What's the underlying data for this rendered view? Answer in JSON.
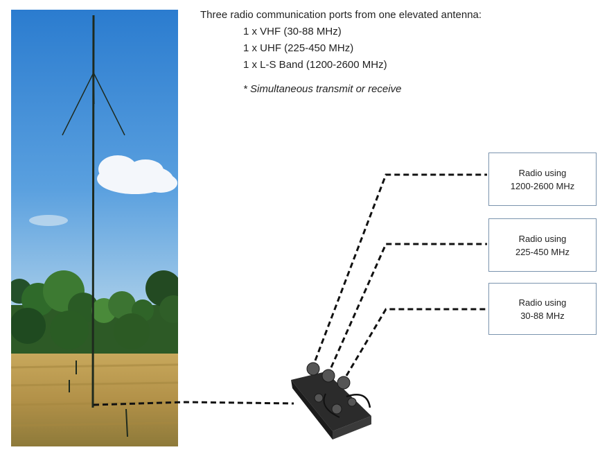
{
  "description": {
    "title": "Three radio communication ports from one elevated antenna:",
    "lines": [
      "1 x VHF (30-88 MHz)",
      "1 x UHF (225-450 MHz)",
      "1 x L-S Band (1200-2600 MHz)"
    ],
    "note": "* Simultaneous transmit or receive"
  },
  "radios": [
    {
      "line1": "Radio using",
      "line2": "1200-2600 MHz"
    },
    {
      "line1": "Radio using",
      "line2": "225-450 MHz"
    },
    {
      "line1": "Radio using",
      "line2": "30-88 MHz"
    }
  ],
  "colors": {
    "sky_top": "#2f7fd0",
    "sky_bottom": "#9cc6e8",
    "tree_dark": "#1c4a20",
    "tree_mid": "#3a6f30",
    "field": "#b99a52",
    "box_border": "#7a93ad",
    "connector": "#111111"
  }
}
